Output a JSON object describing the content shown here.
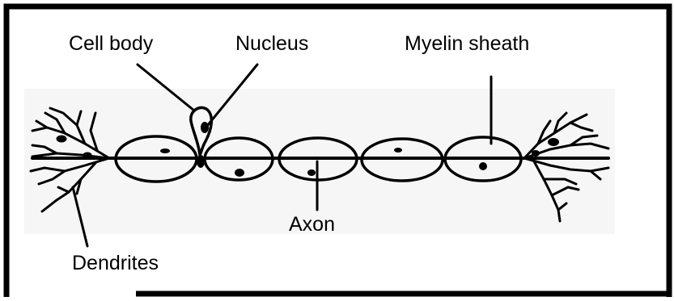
{
  "diagram": {
    "labels": {
      "cell_body": "Cell body",
      "nucleus": "Nucleus",
      "myelin_sheath": "Myelin sheath",
      "axon": "Axon",
      "dendrites": "Dendrites"
    }
  }
}
